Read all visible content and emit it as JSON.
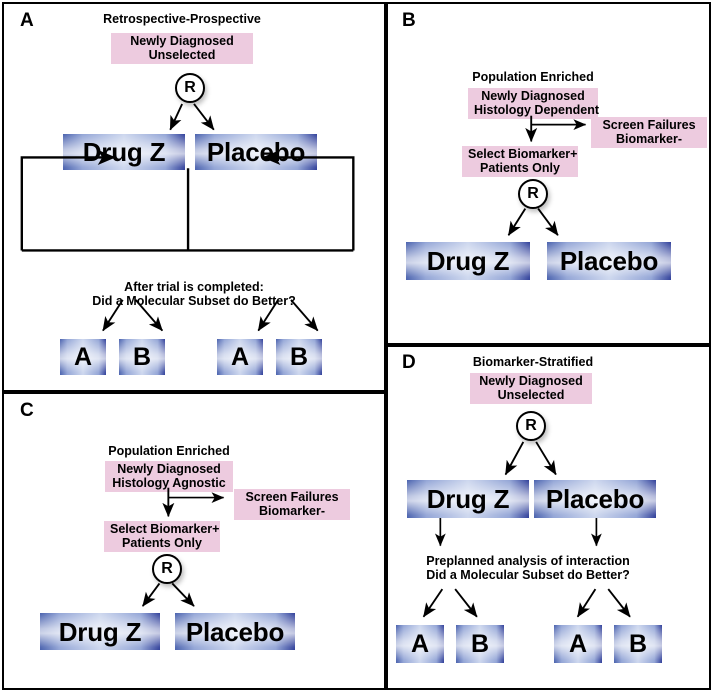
{
  "figure": {
    "background": "#ffffff",
    "accent_pink": "#edcbdf",
    "accent_blue": "#4a62ae",
    "panel_count": 4
  },
  "panels": {
    "a": {
      "letter": "A",
      "title": "Retrospective-Prospective",
      "population": "Newly Diagnosed\nUnselected",
      "population_line1": "Newly Diagnosed",
      "population_line2": "Unselected",
      "randomize": "R",
      "arm_left": "Drug Z",
      "arm_right": "Placebo",
      "analysis_line1": "After trial is completed:",
      "analysis_line2": "Did a Molecular Subset do Better?",
      "subsets_left": [
        "A",
        "B"
      ],
      "subsets_right": [
        "A",
        "B"
      ]
    },
    "b": {
      "letter": "B",
      "title": "",
      "enrichment_label": "Population Enriched",
      "population_line1": "Newly Diagnosed",
      "population_line2": "Histology Dependent",
      "screen_fail_line1": "Screen Failures",
      "screen_fail_line2": "Biomarker-",
      "select_line1": "Select Biomarker+",
      "select_line2": "Patients Only",
      "randomize": "R",
      "arm_left": "Drug Z",
      "arm_right": "Placebo"
    },
    "c": {
      "letter": "C",
      "title": "",
      "enrichment_label": "Population Enriched",
      "population_line1": "Newly Diagnosed",
      "population_line2": "Histology Agnostic",
      "screen_fail_line1": "Screen Failures",
      "screen_fail_line2": "Biomarker-",
      "select_line1": "Select Biomarker+",
      "select_line2": "Patients Only",
      "randomize": "R",
      "arm_left": "Drug Z",
      "arm_right": "Placebo"
    },
    "d": {
      "letter": "D",
      "title": "Biomarker-Stratified",
      "population_line1": "Newly Diagnosed",
      "population_line2": "Unselected",
      "randomize": "R",
      "arm_left": "Drug Z",
      "arm_right": "Placebo",
      "analysis_line1": "Preplanned analysis of interaction",
      "analysis_line2": "Did a Molecular Subset do Better?",
      "subsets_left": [
        "A",
        "B"
      ],
      "subsets_right": [
        "A",
        "B"
      ]
    }
  }
}
